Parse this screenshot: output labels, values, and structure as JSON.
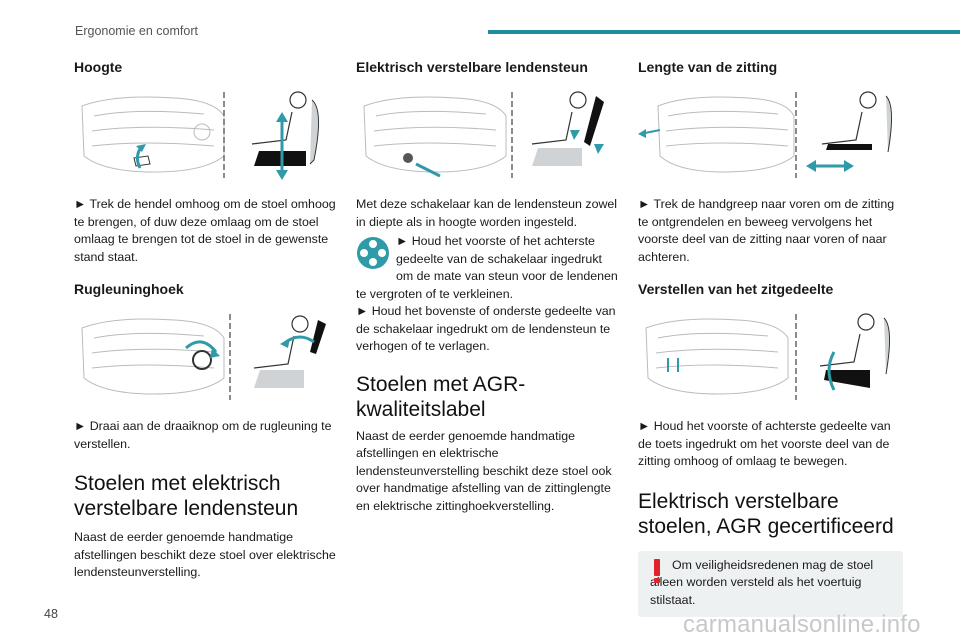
{
  "header": {
    "title": "Ergonomie en comfort"
  },
  "page_number": "48",
  "watermark": "carmanualsonline.info",
  "colors": {
    "accent": "#1e8da0",
    "arrow": "#2f9aa8",
    "warning": "#e0232b",
    "panel": "#eef1f2"
  },
  "col1": {
    "hoogte": {
      "title": "Hoogte",
      "text": "► Trek de hendel omhoog om de stoel omhoog te brengen, of duw deze omlaag om de stoel omlaag te brengen tot de stoel in de gewenste stand staat."
    },
    "rug": {
      "title": "Rugleuninghoek",
      "text": "► Draai aan de draaiknop om de rugleuning te verstellen."
    },
    "elek": {
      "title": "Stoelen met elektrisch verstelbare lendensteun",
      "text": "Naast de eerder genoemde handmatige afstellingen beschikt deze stoel over elektrische lendensteunverstelling."
    }
  },
  "col2": {
    "lenden": {
      "title": "Elektrisch verstelbare lendensteun",
      "intro": "Met deze schakelaar kan de lendensteun zowel in diepte als in hoogte worden ingesteld.",
      "text1": "► Houd het voorste of het achterste gedeelte van de schakelaar ingedrukt om de mate van steun voor de lendenen te vergroten of te verkleinen.",
      "text2": "► Houd het bovenste of onderste gedeelte van de schakelaar ingedrukt om de lendensteun te verhogen of te verlagen."
    },
    "agr": {
      "title": "Stoelen met AGR-kwaliteitslabel",
      "text": "Naast de eerder genoemde handmatige afstellingen en elektrische lendensteunverstelling beschikt deze stoel ook over handmatige afstelling van de zittinglengte en elektrische zittinghoekverstelling."
    }
  },
  "col3": {
    "lengte": {
      "title": "Lengte van de zitting",
      "text": "► Trek de handgreep naar voren om de zitting te ontgrendelen en beweeg vervolgens het voorste deel van de zitting naar voren of naar achteren."
    },
    "zitdeel": {
      "title": "Verstellen van het zitgedeelte",
      "text": "► Houd het voorste of achterste gedeelte van de toets ingedrukt om het voorste deel van de zitting omhoog of omlaag te bewegen."
    },
    "gecert": {
      "title": "Elektrisch verstelbare stoelen, AGR gecertificeerd"
    },
    "warning": {
      "text": "Om veiligheidsredenen mag de stoel alleen worden versteld als het voertuig stilstaat."
    }
  }
}
